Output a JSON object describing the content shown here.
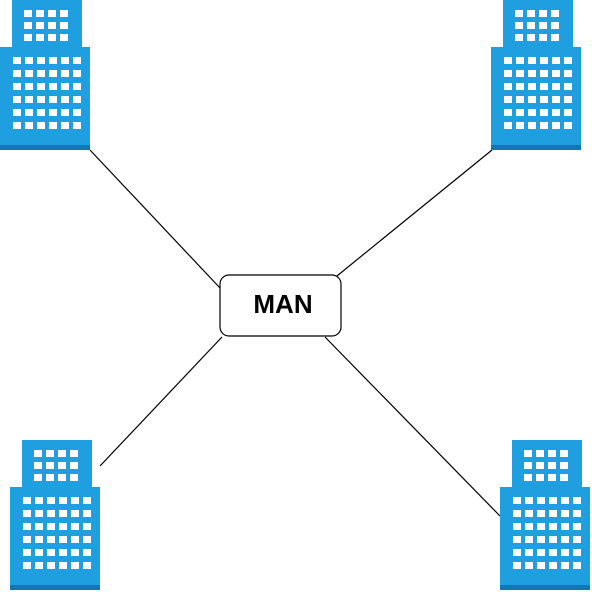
{
  "hub": {
    "label": "MAN"
  },
  "nodes": [
    {
      "name": "building-top-left",
      "icon": "office-building-icon"
    },
    {
      "name": "building-top-right",
      "icon": "office-building-icon"
    },
    {
      "name": "building-bottom-left",
      "icon": "office-building-icon"
    },
    {
      "name": "building-bottom-right",
      "icon": "office-building-icon"
    }
  ],
  "colors": {
    "building": "#1f9fe0",
    "building_base": "#1277b0",
    "window": "#ffffff",
    "line": "#000000",
    "hub_border": "#000000",
    "hub_fill": "#ffffff"
  }
}
